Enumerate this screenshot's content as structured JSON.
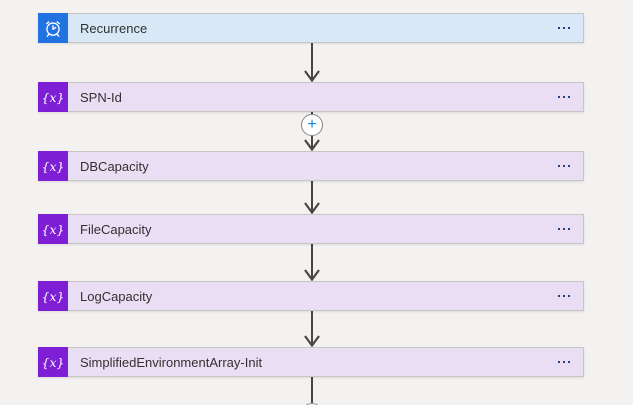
{
  "canvas": {
    "background": "#f3f2f1"
  },
  "flow": {
    "nodes": [
      {
        "label": "Recurrence",
        "kind": "trigger",
        "icon": "alarm-clock-icon",
        "icon_bg": "#2173e2",
        "header_bg": "#d8e8f7"
      },
      {
        "label": "SPN-Id",
        "kind": "action-initialize-variable",
        "icon": "variable-braces-icon",
        "icon_bg": "#7e1fd6",
        "header_bg": "#eadef5"
      },
      {
        "label": "DBCapacity",
        "kind": "action-initialize-variable",
        "icon": "variable-braces-icon",
        "icon_bg": "#7e1fd6",
        "header_bg": "#eadef5"
      },
      {
        "label": "FileCapacity",
        "kind": "action-initialize-variable",
        "icon": "variable-braces-icon",
        "icon_bg": "#7e1fd6",
        "header_bg": "#eadef5"
      },
      {
        "label": "LogCapacity",
        "kind": "action-initialize-variable",
        "icon": "variable-braces-icon",
        "icon_bg": "#7e1fd6",
        "header_bg": "#eadef5"
      },
      {
        "label": "SimplifiedEnvironmentArray-Init",
        "kind": "action-initialize-variable",
        "icon": "variable-braces-icon",
        "icon_bg": "#7e1fd6",
        "header_bg": "#eadef5"
      }
    ],
    "variable_glyph": "{x}",
    "insert_button": {
      "glyph": "+",
      "icon": "plus-icon"
    },
    "step_menu": {
      "icon": "ellipsis-icon"
    }
  },
  "colors": {
    "canvas_bg": "#f3f2f1",
    "connector_arrow": "#484644",
    "card_border": "#c8c6c4",
    "label_text": "#323130",
    "menu_dots": "#27417d",
    "plus_sign": "#1b84e0",
    "plus_border": "#8a8886"
  }
}
